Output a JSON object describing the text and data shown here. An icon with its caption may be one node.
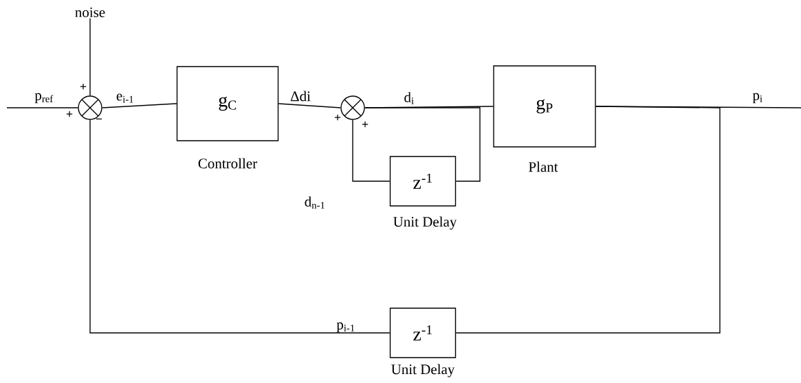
{
  "diagram": {
    "nodes": [
      {
        "text": [
          "noise"
        ]
      },
      {
        "text": [],
        "shape": "circle"
      },
      {
        "text": [
          "g$_{C}$"
        ],
        "beside": [
          "Controller"
        ]
      },
      {
        "text": [],
        "shape": "circle"
      },
      {
        "text": [
          "g$_{P}$"
        ],
        "beside": [
          "Plant"
        ]
      },
      {
        "text": [
          "z$^{-1}$"
        ],
        "beside": [
          "Unit Delay"
        ]
      },
      {
        "text": [
          "z$^{-1}$"
        ],
        "beside": [
          "Unit Delay"
        ]
      }
    ],
    "edges": [
      {
        "from": null,
        "to": 1,
        "arrow": "none",
        "label": "p$_{ref}$"
      },
      {
        "from": 0,
        "to": 1,
        "arrow": "none"
      },
      {
        "from": 1,
        "to": 2,
        "arrow": "none",
        "label": "e$_{i-1}$"
      },
      {
        "from": 2,
        "to": 3,
        "arrow": "none",
        "label": "Δdi"
      },
      {
        "from": 3,
        "to": 4,
        "arrow": "none",
        "label": "d$_{i}$"
      },
      {
        "from": 3,
        "to": 5,
        "arrow": "none"
      },
      {
        "from": 5,
        "to": 3,
        "arrow": "none",
        "label": "d$_{n-1}$"
      },
      {
        "from": 4,
        "to": null,
        "arrow": "none",
        "label": "p$_{i}$"
      },
      {
        "from": 4,
        "to": 6,
        "arrow": "none"
      },
      {
        "from": 6,
        "to": 1,
        "arrow": "none",
        "label": "p$_{i-1}$"
      }
    ],
    "labels": [
      "+",
      "+",
      "−",
      "+",
      "+"
    ]
  }
}
